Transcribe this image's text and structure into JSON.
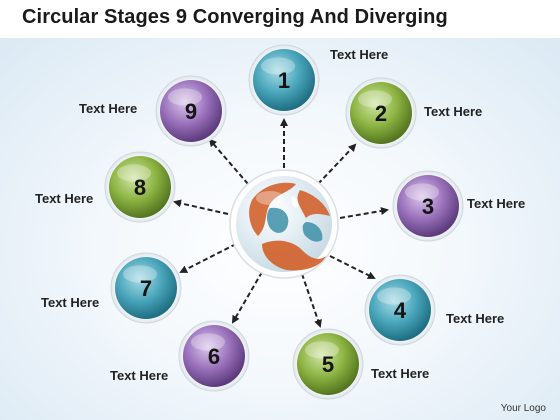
{
  "title": "Circular Stages 9 Converging And Diverging",
  "logo_text": "Your Logo",
  "colors": {
    "teal": "#3e9fb3",
    "green": "#86ad3d",
    "purple": "#9168b4",
    "globe_orange": "#d2622c",
    "globe_blue": "#3d8fa8",
    "arrow": "#222222"
  },
  "stages": [
    {
      "number": "1",
      "label": "Text Here",
      "color": "teal"
    },
    {
      "number": "2",
      "label": "Text Here",
      "color": "green"
    },
    {
      "number": "3",
      "label": "Text Here",
      "color": "purple"
    },
    {
      "number": "4",
      "label": "Text Here",
      "color": "teal"
    },
    {
      "number": "5",
      "label": "Text Here",
      "color": "green"
    },
    {
      "number": "6",
      "label": "Text Here",
      "color": "purple"
    },
    {
      "number": "7",
      "label": "Text Here",
      "color": "teal"
    },
    {
      "number": "8",
      "label": "Text Here",
      "color": "green"
    },
    {
      "number": "9",
      "label": "Text Here",
      "color": "purple"
    }
  ],
  "center": {
    "icon": "globe-icon"
  }
}
